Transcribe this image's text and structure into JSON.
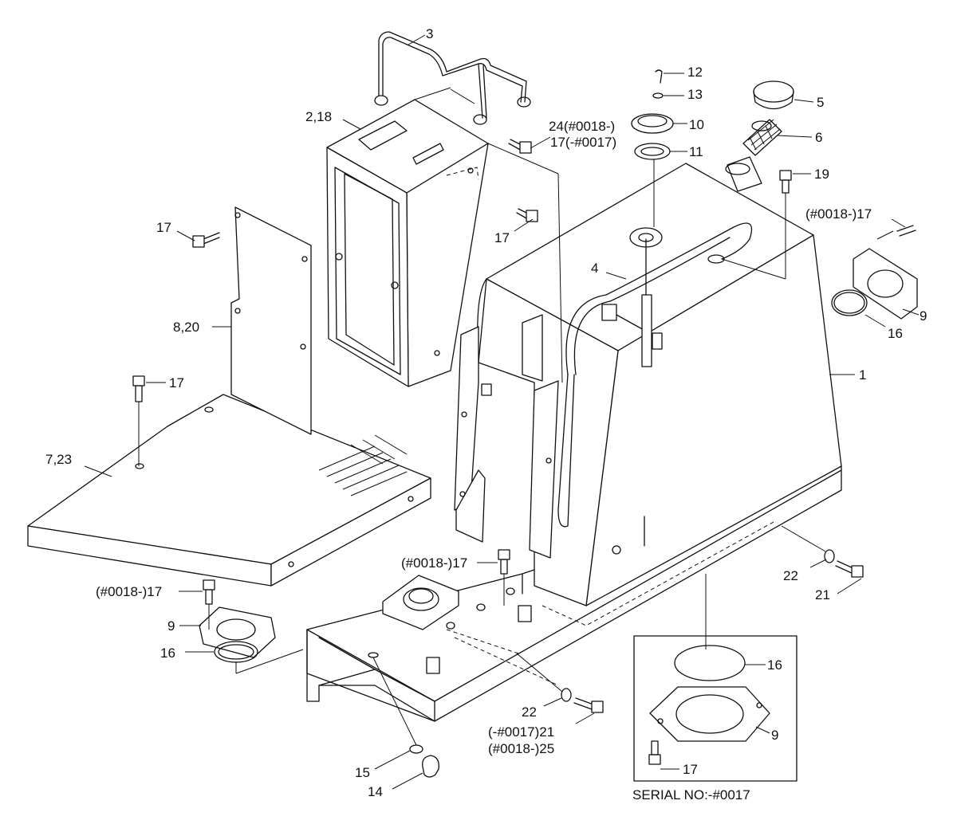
{
  "callouts": {
    "c1": "1",
    "c2_18": "2,18",
    "c3": "3",
    "c4": "4",
    "c5": "5",
    "c6": "6",
    "c7_23": "7,23",
    "c8_20": "8,20",
    "c9_right": "9",
    "c9_left": "9",
    "c9_inset": "9",
    "c10": "10",
    "c11": "11",
    "c12": "12",
    "c13": "13",
    "c14": "14",
    "c15": "15",
    "c16_right": "16",
    "c16_left": "16",
    "c16_inset": "16",
    "c17_left": "17",
    "c17_mid": "17",
    "c17_plate": "17",
    "c17_inset": "17",
    "c17_right": "(#0018-)17",
    "c17_center": "(#0018-)17",
    "c17_lower_left": "(#0018-)17",
    "c24_top": "24(#0018-)",
    "c17_top": "17(-#0017)",
    "c19": "19",
    "c21_right": "21",
    "c21_bottom": "(-#0017)21",
    "c25_bottom": "(#0018-)25",
    "c22_right": "22",
    "c22_bottom": "22"
  },
  "inset": {
    "serial_note": "SERIAL NO:-#0017"
  }
}
